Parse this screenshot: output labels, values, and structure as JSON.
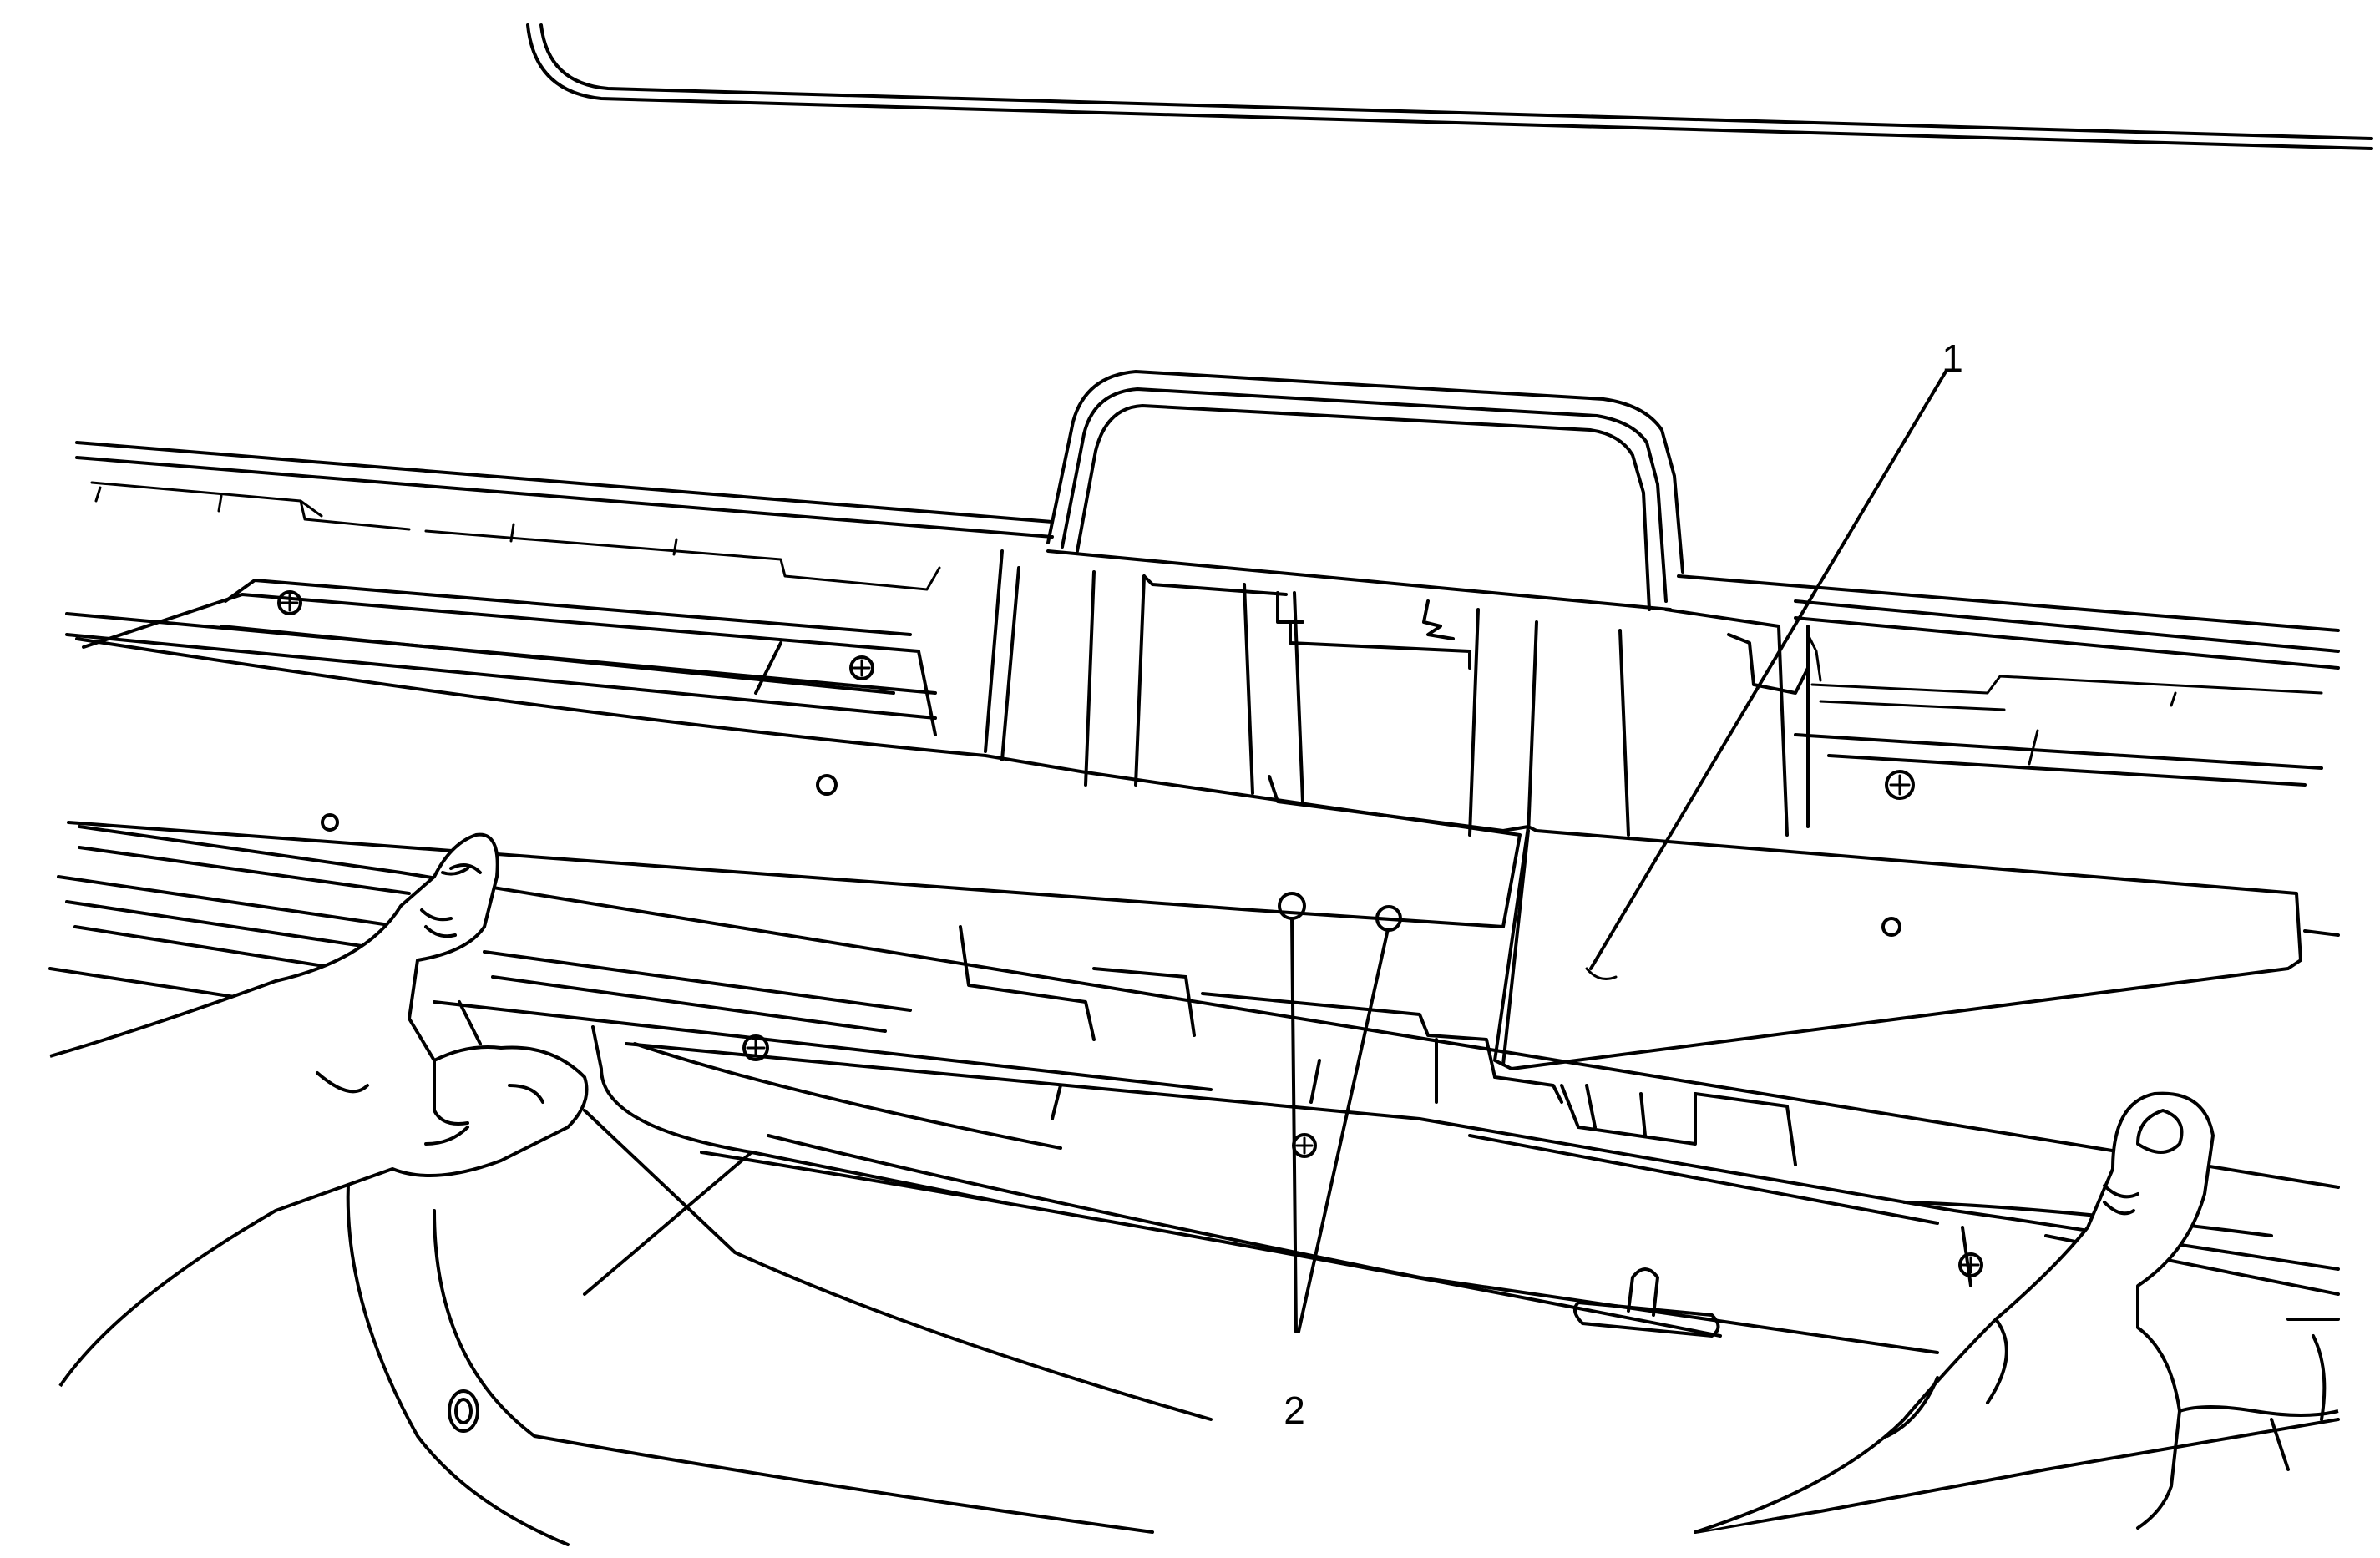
{
  "callouts": [
    {
      "id": "callout-1",
      "text": "1"
    },
    {
      "id": "callout-2",
      "text": "2"
    }
  ],
  "colors": {
    "line": "#000000",
    "background": "#ffffff"
  }
}
